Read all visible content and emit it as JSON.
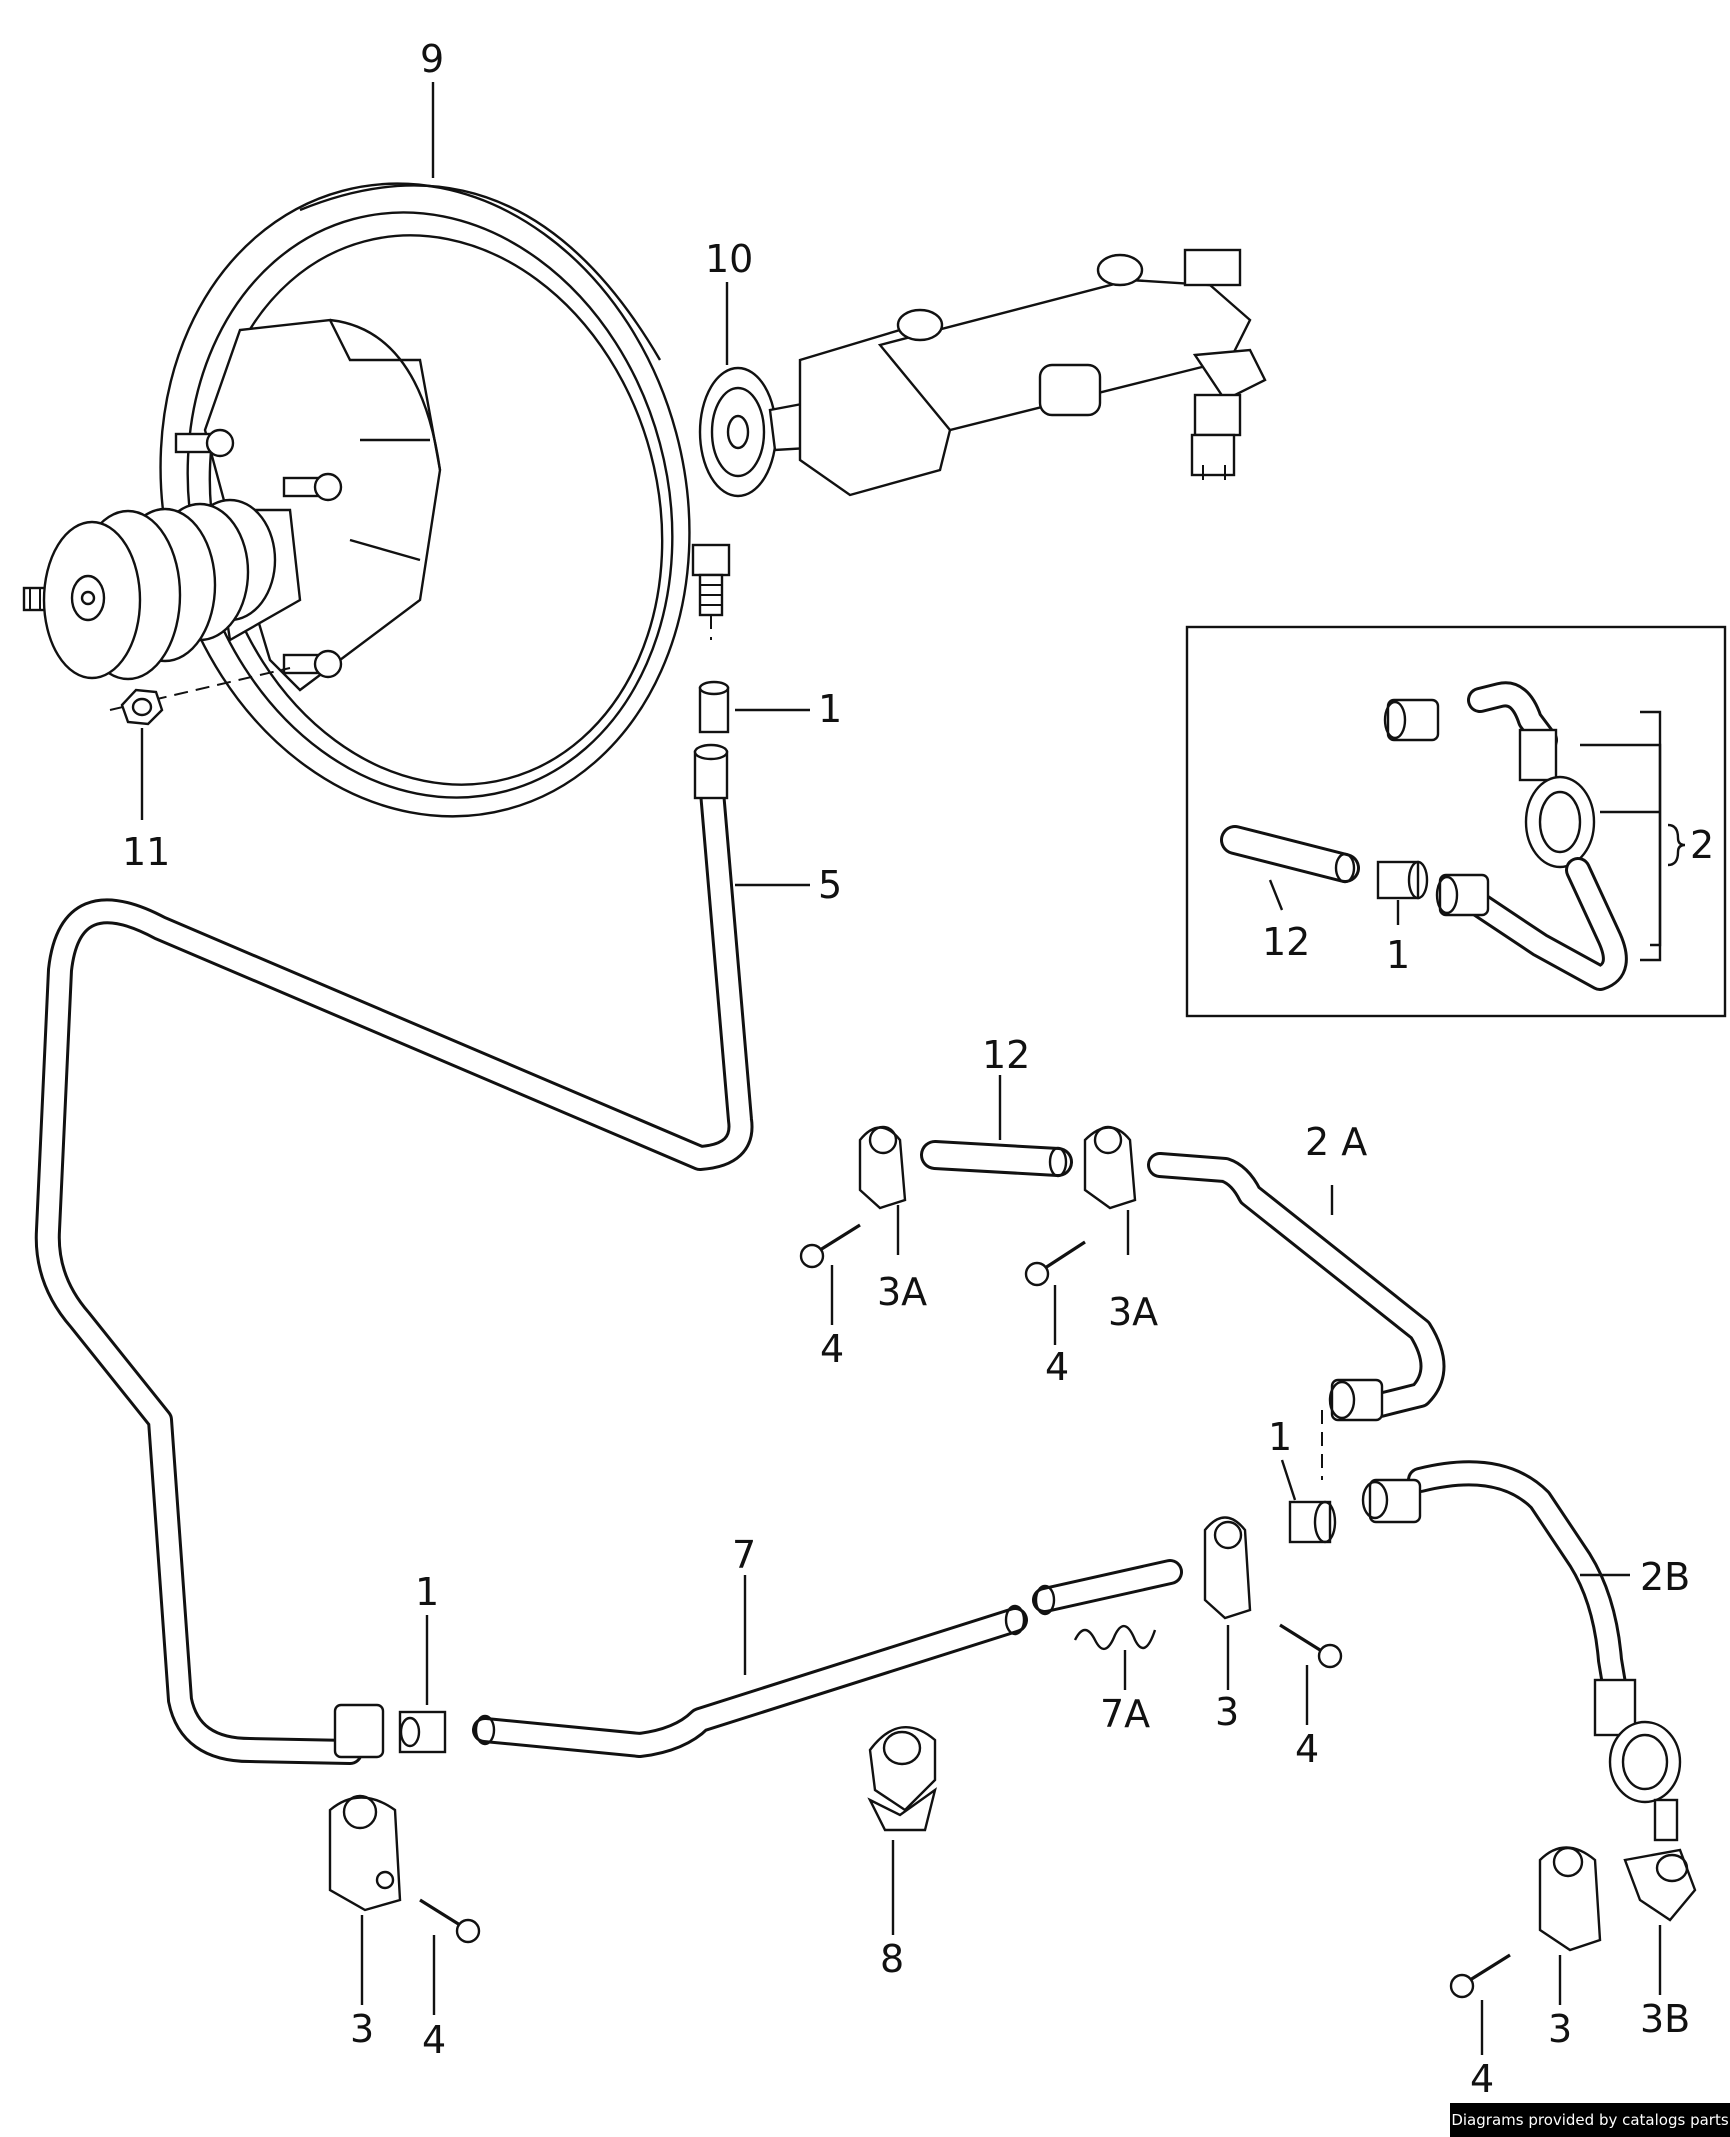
{
  "callouts": {
    "booster": "9",
    "seal_ring": "10",
    "nut": "11",
    "sleeve_top": "1",
    "pipe_5": "5",
    "inset_hose": "2",
    "inset_pipe": "12",
    "inset_sleeve": "1",
    "pipe_12_mid": "12",
    "pipe_2a": "2 A",
    "clip_3a_left": "3A",
    "clip_3a_right": "3A",
    "screw_4_left": "4",
    "screw_4_mid": "4",
    "sleeve_mid": "1",
    "hose_2b": "2B",
    "pipe_7": "7",
    "sleeve_bottom": "1",
    "spiral_7a": "7A",
    "clip_3_mid": "3",
    "screw_4_midright": "4",
    "clip_8": "8",
    "clip_3_bottomleft": "3",
    "screw_4_bottomleft": "4",
    "screw_4_bottomright": "4",
    "clip_3_bottomright": "3",
    "clip_3b": "3B"
  },
  "footer": {
    "credit": "Diagrams provided by catalogs parts"
  }
}
